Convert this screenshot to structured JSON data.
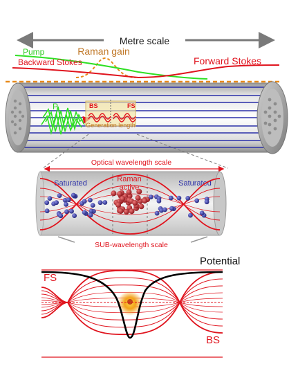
{
  "top": {
    "metre_scale": "Metre scale",
    "pump": "Pump",
    "raman_gain": "Raman gain",
    "backward_stokes": "Backward Stokes",
    "forward_stokes": "Forward Stokes"
  },
  "fiber": {
    "pump_symbol": "P",
    "bs_tag": "BS",
    "fs_tag": "FS",
    "generation_length": "Generation length"
  },
  "middle": {
    "optical_scale": "Optical wavelength scale",
    "saturated_left": "Saturated",
    "raman_active_line1": "Raman",
    "raman_active_line2": "active",
    "saturated_right": "Saturated",
    "sub_scale": "SUB-wavelength scale"
  },
  "bottom": {
    "potential": "Potential",
    "fs": "FS",
    "bs": "BS"
  },
  "colors": {
    "red": "#e0141e",
    "green": "#2fe024",
    "orange": "#e88a1a",
    "blue": "#2a2fa8",
    "gray_arrow": "#7a7a7a",
    "gain_label": "#c07828"
  }
}
